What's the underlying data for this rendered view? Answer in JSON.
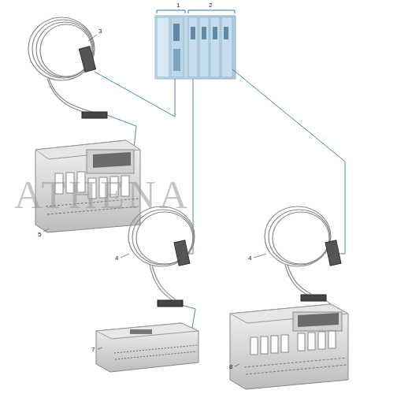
{
  "diagram": {
    "labels": [
      "1",
      "2",
      "3",
      "5",
      "4",
      "4",
      "7",
      "8",
      "ATHENA"
    ]
  }
}
